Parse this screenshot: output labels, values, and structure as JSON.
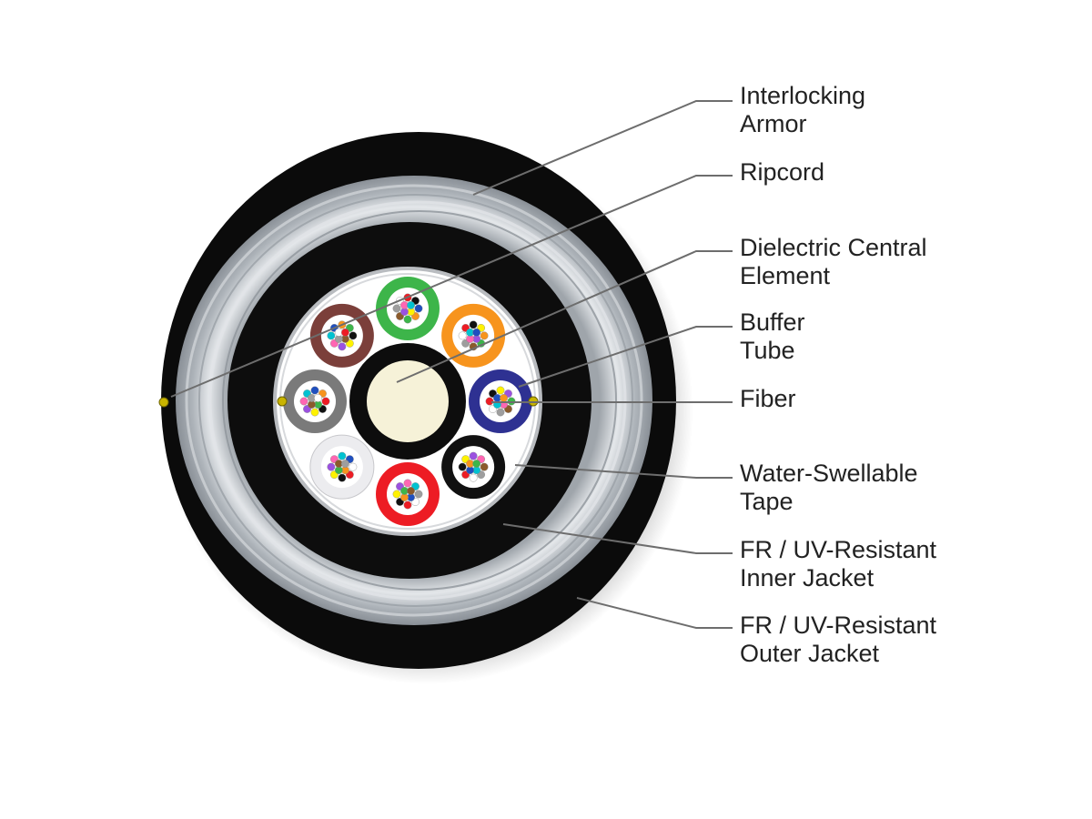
{
  "colors": {
    "background": "#ffffff",
    "outer_jacket": "#0b0b0b",
    "armor": "#b7bcc2",
    "armor_highlight": "#e6e9ec",
    "inner_jacket": "#0d0d0d",
    "core_background": "#ffffff",
    "central_element": "#f6f2d8",
    "leader_line": "#6d6d6d",
    "label_text": "#222222",
    "ripcord": "#c9b400"
  },
  "callouts": [
    {
      "id": "interlocking-armor",
      "lines": [
        "Interlocking",
        "Armor"
      ]
    },
    {
      "id": "ripcord",
      "lines": [
        "Ripcord"
      ]
    },
    {
      "id": "dielectric-central-element",
      "lines": [
        "Dielectric Central",
        "Element"
      ]
    },
    {
      "id": "buffer-tube",
      "lines": [
        "Buffer",
        "Tube"
      ]
    },
    {
      "id": "fiber",
      "lines": [
        "Fiber"
      ]
    },
    {
      "id": "water-swellable-tape",
      "lines": [
        "Water-Swellable",
        "Tape"
      ]
    },
    {
      "id": "inner-jacket",
      "lines": [
        "FR / UV-Resistant",
        "Inner Jacket"
      ]
    },
    {
      "id": "outer-jacket",
      "lines": [
        "FR / UV-Resistant",
        "Outer Jacket"
      ]
    }
  ],
  "buffer_tubes": [
    {
      "id": "green",
      "color": "#3db54a"
    },
    {
      "id": "orange",
      "color": "#f7941d"
    },
    {
      "id": "blue",
      "color": "#2e3192"
    },
    {
      "id": "black",
      "color": "#111111"
    },
    {
      "id": "red",
      "color": "#ed1c24"
    },
    {
      "id": "white",
      "color": "#ececef"
    },
    {
      "id": "gray",
      "color": "#7a7a7a"
    },
    {
      "id": "brown",
      "color": "#7b3f3a"
    }
  ],
  "fiber_colors": [
    "#1f4fbf",
    "#f7941d",
    "#3db54a",
    "#8b5a2b",
    "#9e9e9e",
    "#ffffff",
    "#ed1c24",
    "#111111",
    "#fff200",
    "#9b51e0",
    "#ff66b3",
    "#00c2d1"
  ]
}
